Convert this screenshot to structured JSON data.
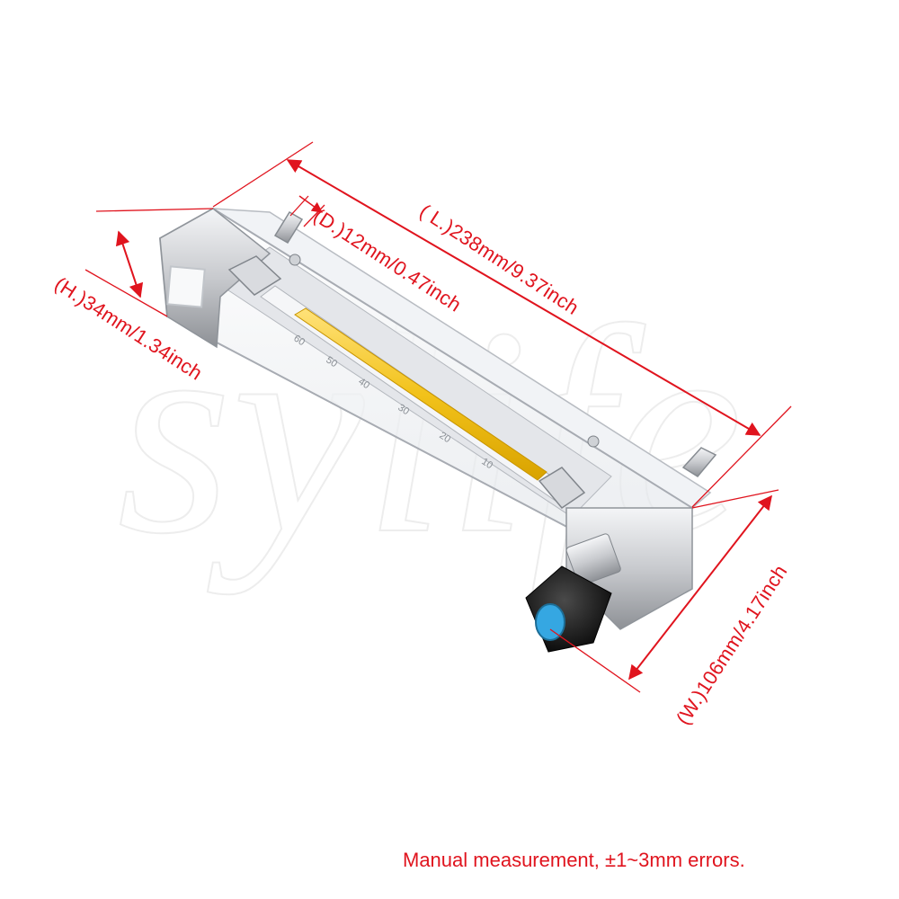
{
  "product": {
    "name": "flowmeter",
    "watermark": "sylife",
    "scale_marks": [
      "60",
      "50",
      "40",
      "30",
      "20",
      "10"
    ],
    "colors": {
      "dimension_red": "#e0141e",
      "float_yellow": "#f2c21a",
      "body_aluminum": "#c9cbd0",
      "knob_black": "#1b1b1b",
      "knob_cap_blue": "#35a7e2"
    }
  },
  "dimensions": {
    "length": "( L.)238mm/9.37inch",
    "diameter": "(D.)12mm/0.47inch",
    "height": "(H.)34mm/1.34inch",
    "width": "(W.)106mm/4.17inch"
  },
  "note": "Manual measurement,  ±1~3mm errors."
}
